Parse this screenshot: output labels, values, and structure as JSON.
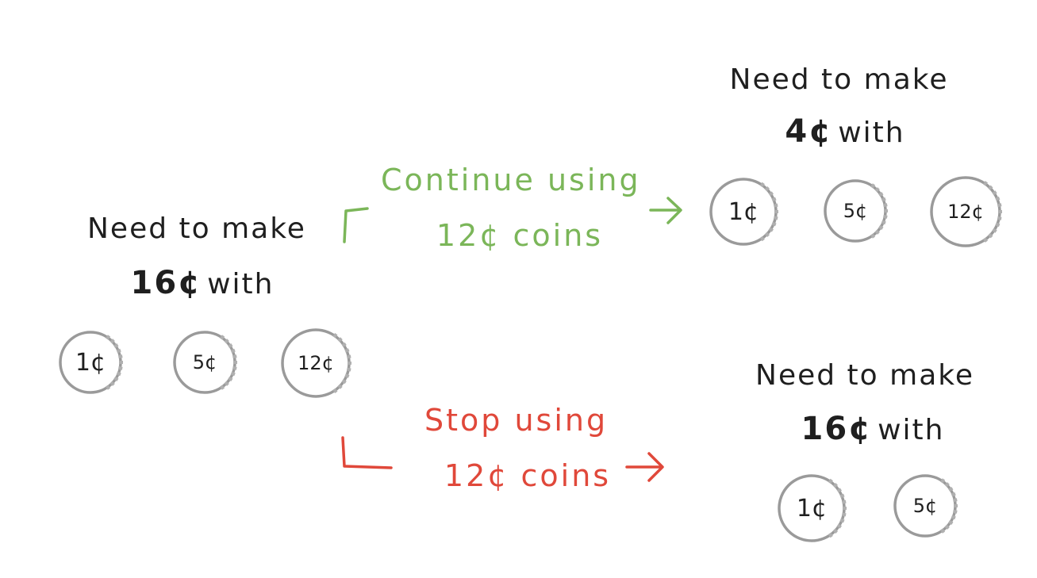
{
  "left_state": {
    "line1": "Need to make",
    "amount": "16¢",
    "with": "with",
    "coins": [
      "1¢",
      "5¢",
      "12¢"
    ]
  },
  "top_right_state": {
    "line1": "Need to make",
    "amount": "4¢",
    "with": "with",
    "coins": [
      "1¢",
      "5¢",
      "12¢"
    ]
  },
  "bottom_right_state": {
    "line1": "Need to make",
    "amount": "16¢",
    "with": "with",
    "coins": [
      "1¢",
      "5¢"
    ]
  },
  "branches": {
    "continue": {
      "line1": "Continue using",
      "line2": "12¢ coins",
      "color": "#7bb659"
    },
    "stop": {
      "line1": "Stop using",
      "line2": "12¢ coins",
      "color": "#e0483a"
    }
  },
  "coin_colors": {
    "ring": "#9a9a9a",
    "ticks": "#b0b0b0"
  }
}
